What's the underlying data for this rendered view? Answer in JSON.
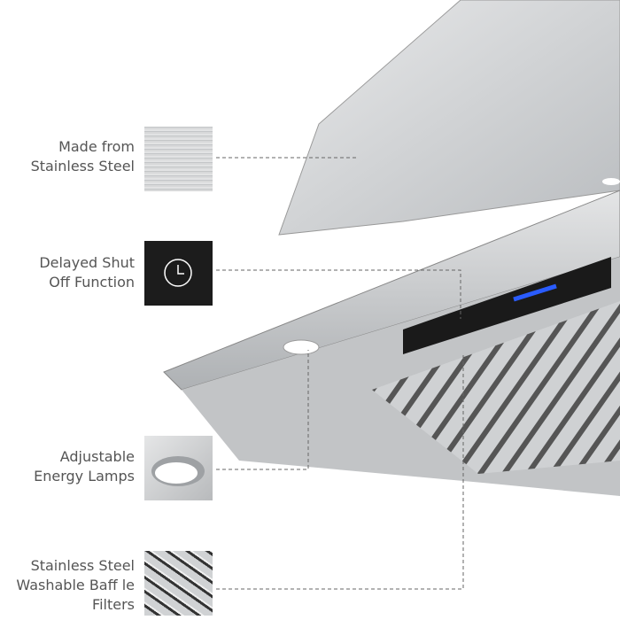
{
  "features": [
    {
      "lines": [
        "Made from",
        "Stainless Steel"
      ],
      "icon": "steel-texture"
    },
    {
      "lines": [
        "Delayed Shut",
        "Off Function"
      ],
      "icon": "clock-icon"
    },
    {
      "lines": [
        "Adjustable",
        "Energy Lamps"
      ],
      "icon": "lamp"
    },
    {
      "lines": [
        "Stainless Steel",
        "Washable Baff le",
        "Filters"
      ],
      "icon": "baffle-filter"
    }
  ],
  "colors": {
    "text": "#555555",
    "steel": "#c9cbcd",
    "panel": "#1a1a1a",
    "display": "#2a5cff"
  }
}
